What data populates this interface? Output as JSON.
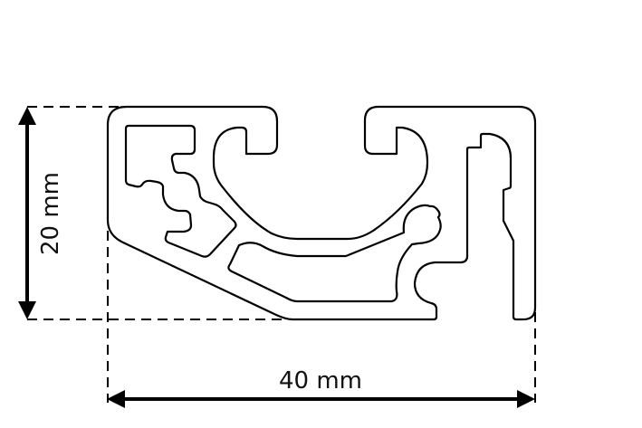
{
  "diagram": {
    "subject": "aluminium-profile-cross-section",
    "colors": {
      "outline": "#000000",
      "background": "#ffffff",
      "dimension_line": "#000000"
    },
    "dimensions": {
      "height": {
        "value": 20,
        "unit": "mm",
        "label": "20 mm",
        "orientation": "vertical"
      },
      "width": {
        "value": 40,
        "unit": "mm",
        "label": "40 mm",
        "orientation": "horizontal"
      }
    }
  }
}
